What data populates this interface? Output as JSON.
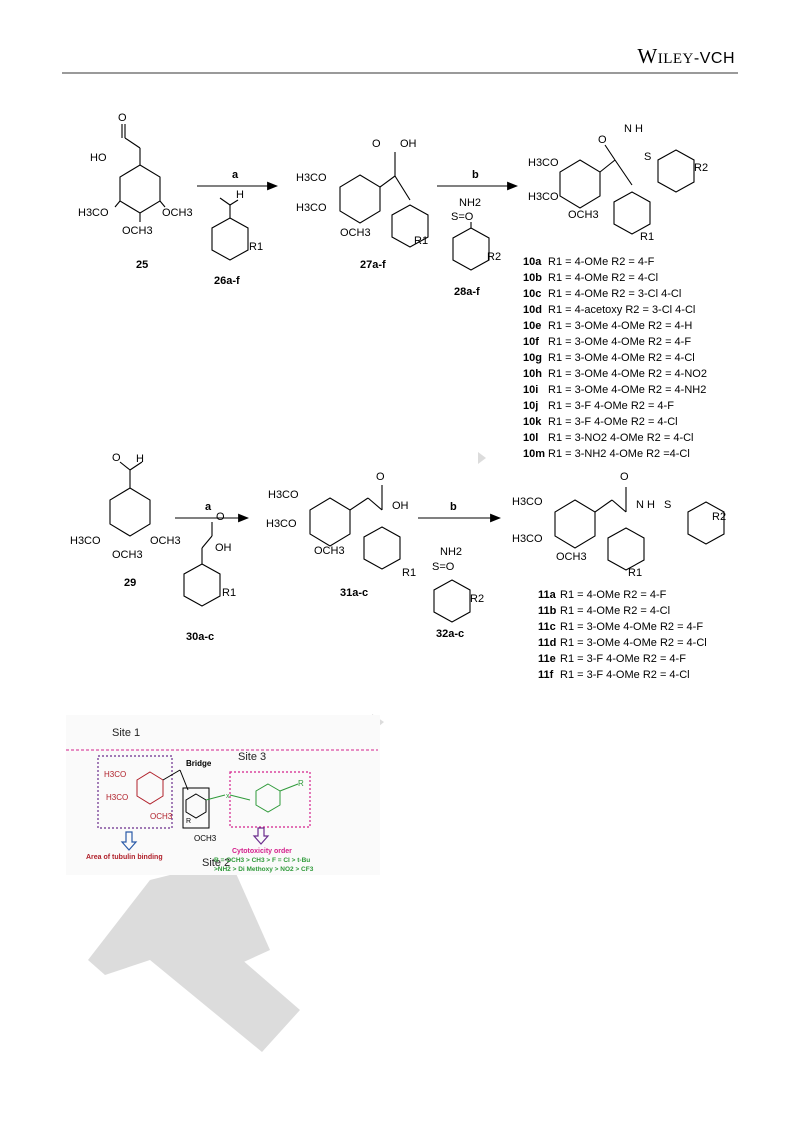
{
  "header": {
    "publisher_main": "Wiley",
    "publisher_suffix": "-VCH"
  },
  "scheme1": {
    "reagent_a": "a",
    "reagent_b": "b",
    "compound_25": "25",
    "compound_26": "26a-f",
    "compound_27": "27a-f",
    "compound_28": "28a-f",
    "atoms": {
      "ho": "HO",
      "o": "O",
      "oh": "OH",
      "h": "H",
      "h3co": "H3CO",
      "och3": "OCH3",
      "nh2": "NH2",
      "r1": "R1",
      "r2": "R2",
      "nh": "N H",
      "s": "S",
      "so2": "S=O"
    },
    "products": [
      {
        "id": "10a",
        "desc": "R1 = 4-OMe  R2 = 4-F"
      },
      {
        "id": "10b",
        "desc": "R1 = 4-OMe  R2 = 4-Cl"
      },
      {
        "id": "10c",
        "desc": "R1 = 4-OMe  R2 = 3-Cl 4-Cl"
      },
      {
        "id": "10d",
        "desc": "R1 = 4-acetoxy R2 = 3-Cl 4-Cl"
      },
      {
        "id": "10e",
        "desc": "R1 = 3-OMe 4-OMe R2 = 4-H"
      },
      {
        "id": "10f",
        "desc": "R1 = 3-OMe 4-OMe R2 = 4-F"
      },
      {
        "id": "10g",
        "desc": "R1 = 3-OMe 4-OMe R2 = 4-Cl"
      },
      {
        "id": "10h",
        "desc": "R1 = 3-OMe 4-OMe R2 = 4-NO2"
      },
      {
        "id": "10i",
        "desc": "R1 = 3-OMe 4-OMe R2 = 4-NH2"
      },
      {
        "id": "10j",
        "desc": "R1 = 3-F 4-OMe R2 = 4-F"
      },
      {
        "id": "10k",
        "desc": "R1 = 3-F 4-OMe R2 = 4-Cl"
      },
      {
        "id": "10l",
        "desc": "R1 = 3-NO2 4-OMe R2 = 4-Cl"
      },
      {
        "id": "10m",
        "desc": "R1 = 3-NH2 4-OMe R2 =4-Cl"
      }
    ]
  },
  "scheme2": {
    "reagent_a": "a",
    "reagent_b": "b",
    "compound_29": "29",
    "compound_30": "30a-c",
    "compound_31": "31a-c",
    "compound_32": "32a-c",
    "products": [
      {
        "id": "11a",
        "desc": "R1 = 4-OMe R2 = 4-F"
      },
      {
        "id": "11b",
        "desc": "R1 = 4-OMe R2 = 4-Cl"
      },
      {
        "id": "11c",
        "desc": "R1 = 3-OMe 4-OMe R2 = 4-F"
      },
      {
        "id": "11d",
        "desc": "R1 = 3-OMe 4-OMe R2 = 4-Cl"
      },
      {
        "id": "11e",
        "desc": "R1 = 3-F 4-OMe R2 = 4-F"
      },
      {
        "id": "11f",
        "desc": "R1 = 3-F 4-OMe R2 = 4-Cl"
      }
    ]
  },
  "sar": {
    "site1": "Site 1",
    "site2": "Site 2",
    "site3": "Site 3",
    "bridge": "Bridge",
    "h3co": "H3CO",
    "och3": "OCH3",
    "r": "R",
    "x": "x",
    "area": "Area of tubulin binding",
    "cyto_title": "Cytotoxicity order",
    "cyto_line1": "R = OCH3 > CH3 > F = Cl > t-Bu",
    "cyto_line2": ">NH2 > Di Methoxy > NO2 > CF3"
  },
  "colors": {
    "sar_red": "#b0202a",
    "sar_purple": "#6a2c8c",
    "sar_magenta": "#d4208c",
    "sar_green": "#2f9a3a",
    "sar_blue": "#2a5aa8",
    "watermark": "#d8d8d8"
  }
}
